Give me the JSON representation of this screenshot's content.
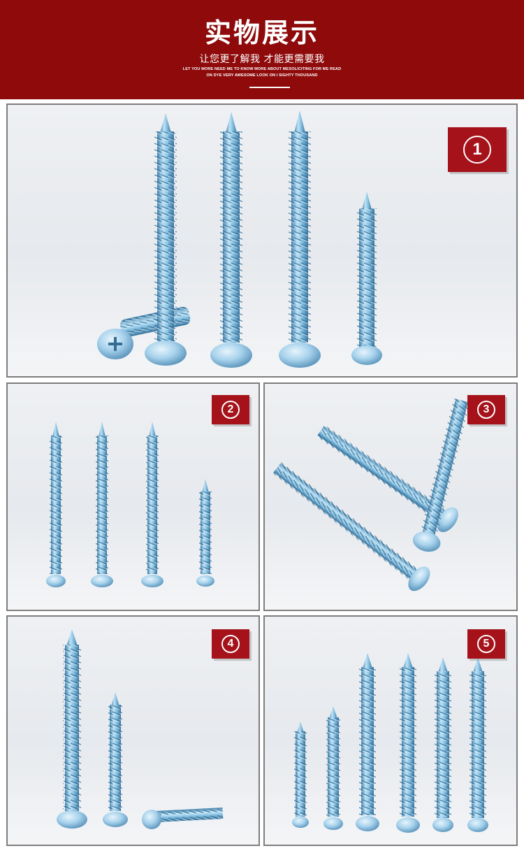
{
  "header": {
    "title": "实物展示",
    "subtitle": "让您更了解我 才能更需要我",
    "english_line1": "LET YOU MORE NEED ME TO KNOW MORE ABOUT MESOLICITING FOR ME READ",
    "english_line2": "ON DYE VERY AWESOME LOOK ON I SIGHTY THOUSAND"
  },
  "panels": [
    {
      "badge": "1"
    },
    {
      "badge": "2"
    },
    {
      "badge": "3"
    },
    {
      "badge": "4"
    },
    {
      "badge": "5"
    }
  ],
  "colors": {
    "banner": "#8e0a0b",
    "badge": "#a5121a",
    "screw_blue": "#8fc6e6",
    "screw_dark": "#4f8fb8",
    "panel_border": "#7d7d7d"
  }
}
